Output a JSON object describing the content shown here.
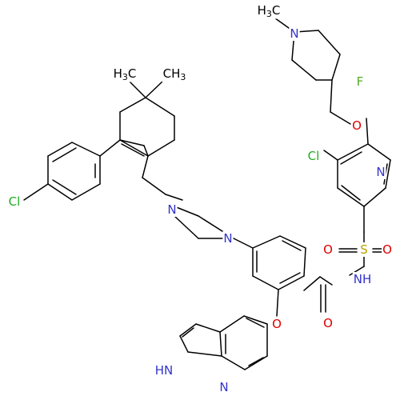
{
  "colors": {
    "bond": "#000000",
    "C": "#000000",
    "N": "#3333cc",
    "O": "#dd0000",
    "S": "#b8a000",
    "Cl": "#22aa22",
    "F": "#55aa22"
  },
  "labels": [
    {
      "text": "H3C",
      "el": "C"
    },
    {
      "text": "N",
      "el": "N"
    },
    {
      "text": "F",
      "el": "F"
    },
    {
      "text": "O",
      "el": "O"
    },
    {
      "text": "N",
      "el": "N"
    },
    {
      "text": "Cl",
      "el": "Cl"
    },
    {
      "text": "H3C",
      "el": "C"
    },
    {
      "text": "CH3",
      "el": "C"
    },
    {
      "text": "Cl",
      "el": "Cl"
    },
    {
      "text": "N",
      "el": "N"
    },
    {
      "text": "N",
      "el": "N"
    },
    {
      "text": "S",
      "el": "S"
    },
    {
      "text": "O",
      "el": "O"
    },
    {
      "text": "O",
      "el": "O"
    },
    {
      "text": "NH",
      "el": "N"
    },
    {
      "text": "O",
      "el": "O"
    },
    {
      "text": "O",
      "el": "O"
    },
    {
      "text": "HN",
      "el": "N"
    },
    {
      "text": "N",
      "el": "N"
    }
  ]
}
